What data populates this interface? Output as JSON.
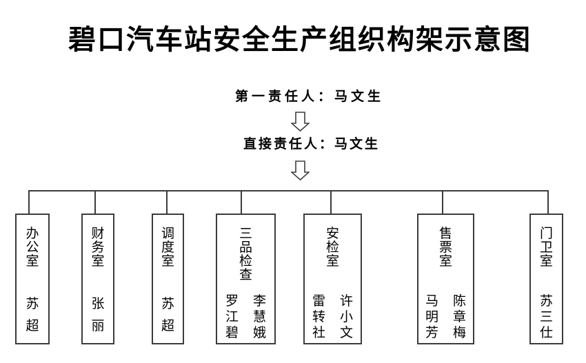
{
  "page_title": "碧口汽车站安全生产组织构架示意图",
  "hierarchy": {
    "level1_label": "第一责任人：马文生",
    "level2_label": "直接责任人：马文生"
  },
  "departments": [
    {
      "name": "办公室",
      "staff": [
        "苏超"
      ]
    },
    {
      "name": "财务室",
      "staff": [
        "张丽"
      ]
    },
    {
      "name": "调度室",
      "staff": [
        "苏超"
      ]
    },
    {
      "name": "三品检查",
      "staff": [
        "李慧娥",
        "罗江碧"
      ]
    },
    {
      "name": "安检室",
      "staff": [
        "许小文",
        "雷转社"
      ]
    },
    {
      "name": "售票室",
      "staff": [
        "陈章梅",
        "马明芳"
      ]
    },
    {
      "name": "门卫室",
      "staff": [
        "苏三仕"
      ]
    }
  ],
  "icons": {
    "down_arrow": "hollow-down-arrow"
  },
  "colors": {
    "line": "#3b3b3b",
    "text": "#000000",
    "background": "#ffffff"
  }
}
